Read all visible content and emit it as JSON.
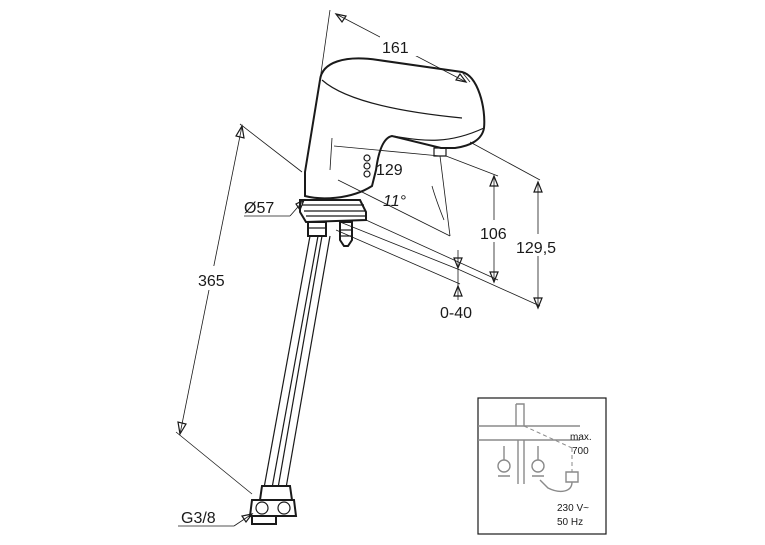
{
  "dimensions": {
    "spout_length": "161",
    "reach": "129",
    "angle": "11°",
    "spout_height": "106",
    "total_height": "129,5",
    "countertop_thickness": "0-40",
    "body_diameter": "Ø57",
    "hose_length": "365",
    "connection_thread": "G3/8"
  },
  "inset": {
    "max_label": "max.",
    "max_value": "700",
    "voltage": "230 V~",
    "frequency": "50 Hz"
  }
}
